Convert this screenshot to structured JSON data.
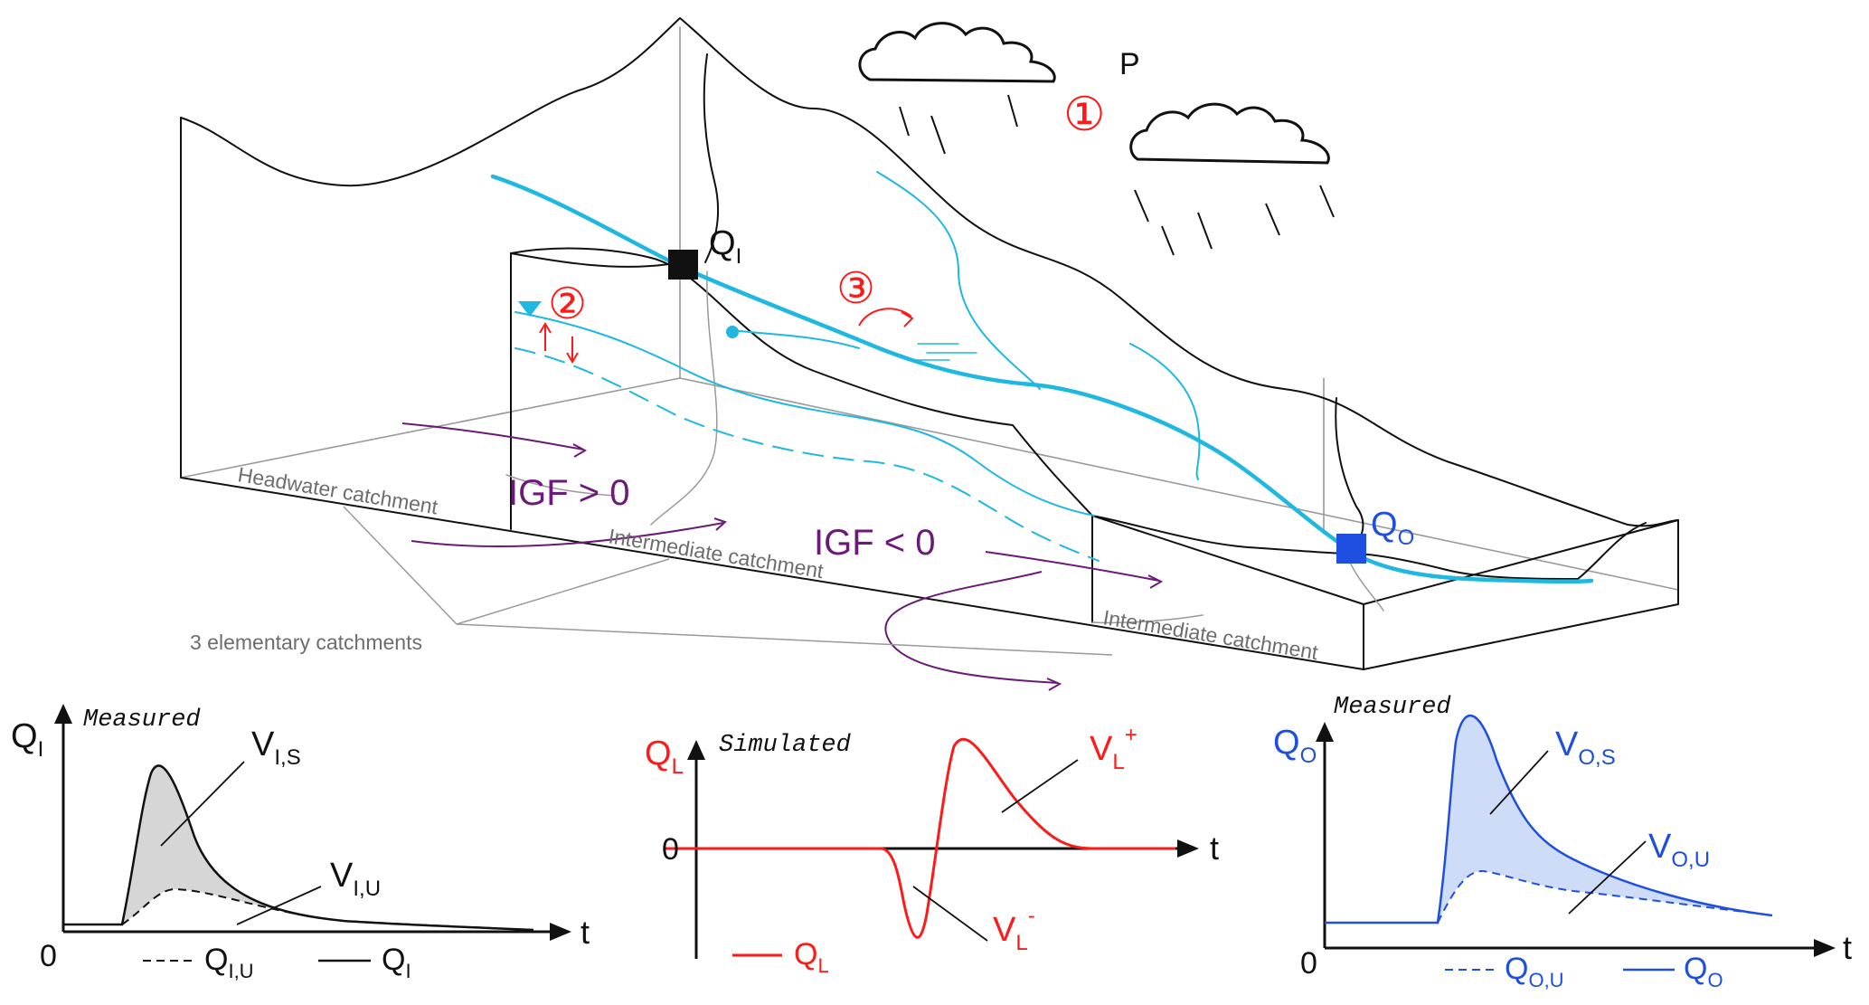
{
  "scene": {
    "precipitation_label": "P",
    "step_markers": [
      "①",
      "②",
      "③"
    ],
    "inflow_label": {
      "main": "Q",
      "sub": "I"
    },
    "outflow_label": {
      "main": "Q",
      "sub": "O"
    },
    "igf_positive_label": "IGF > 0",
    "igf_negative_label": "IGF < 0",
    "headwater_label": "Headwater catchment",
    "intermediate_label_1": "Intermediate catchment",
    "intermediate_label_2": "Intermediate catchment",
    "elementary_label": "3 elementary catchments"
  },
  "graphs": {
    "inflow": {
      "axis_main": "Q",
      "axis_sub": "I",
      "status": "Measured",
      "vs_main": "V",
      "vs_sub": "I,S",
      "vu_main": "V",
      "vu_sub": "I,U",
      "zero": "0",
      "t": "t",
      "legend_dashed_main": "Q",
      "legend_dashed_sub": "I,U",
      "legend_solid_main": "Q",
      "legend_solid_sub": "I"
    },
    "lateral": {
      "axis_main": "Q",
      "axis_sub": "L",
      "status": "Simulated",
      "zero": "0",
      "t": "t",
      "vplus_main": "V",
      "vplus_sub": "L",
      "vplus_sup": "+",
      "vminus_main": "V",
      "vminus_sub": "L",
      "vminus_sup": "-",
      "legend_main": "Q",
      "legend_sub": "L"
    },
    "outflow": {
      "axis_main": "Q",
      "axis_sub": "O",
      "status": "Measured",
      "vs_main": "V",
      "vs_sub": "O,S",
      "vu_main": "V",
      "vu_sub": "O,U",
      "zero": "0",
      "t": "t",
      "legend_dashed_main": "Q",
      "legend_dashed_sub": "O,U",
      "legend_solid_main": "Q",
      "legend_solid_sub": "O"
    }
  },
  "colors": {
    "river": "#1fb8e0",
    "outflow_blue": "#1f4fe0",
    "lateral_red": "#ff1a1a",
    "igf_purple": "#6b1a78",
    "volume_grey_fill": "#d6d6d6",
    "volume_blue_fill": "#cfdcf7"
  }
}
